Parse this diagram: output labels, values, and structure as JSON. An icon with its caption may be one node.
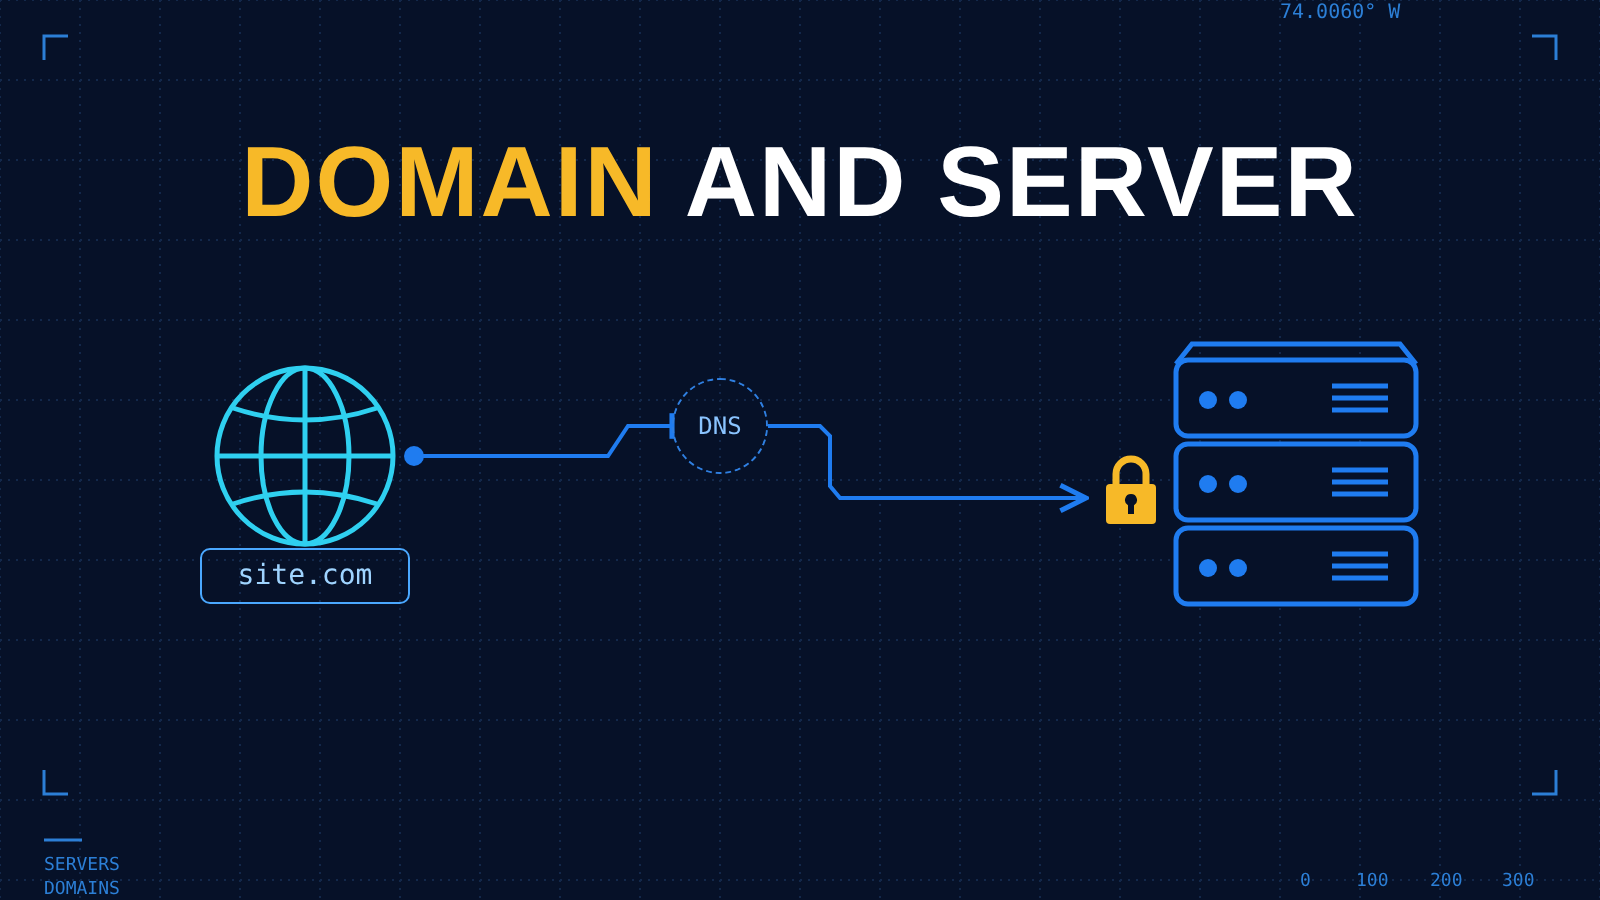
{
  "diagram": {
    "title": "DOMAIN AND SERVER",
    "nodes": [
      {
        "text": [],
        "shape": "picture"
      },
      {
        "text": [
          "site.com"
        ]
      },
      {
        "text": [
          "DNS"
        ]
      },
      {
        "text": [],
        "shape": "picture"
      },
      {
        "text": [],
        "shape": "picture"
      }
    ],
    "edges": [
      {
        "from": 0,
        "to": 2,
        "arrow": "other"
      },
      {
        "from": 2,
        "to": 3,
        "arrow": "to"
      }
    ],
    "labels": [
      "74.0060° W",
      "SERVERS",
      "DOMAINS",
      "0",
      "100",
      "200",
      "300"
    ]
  }
}
